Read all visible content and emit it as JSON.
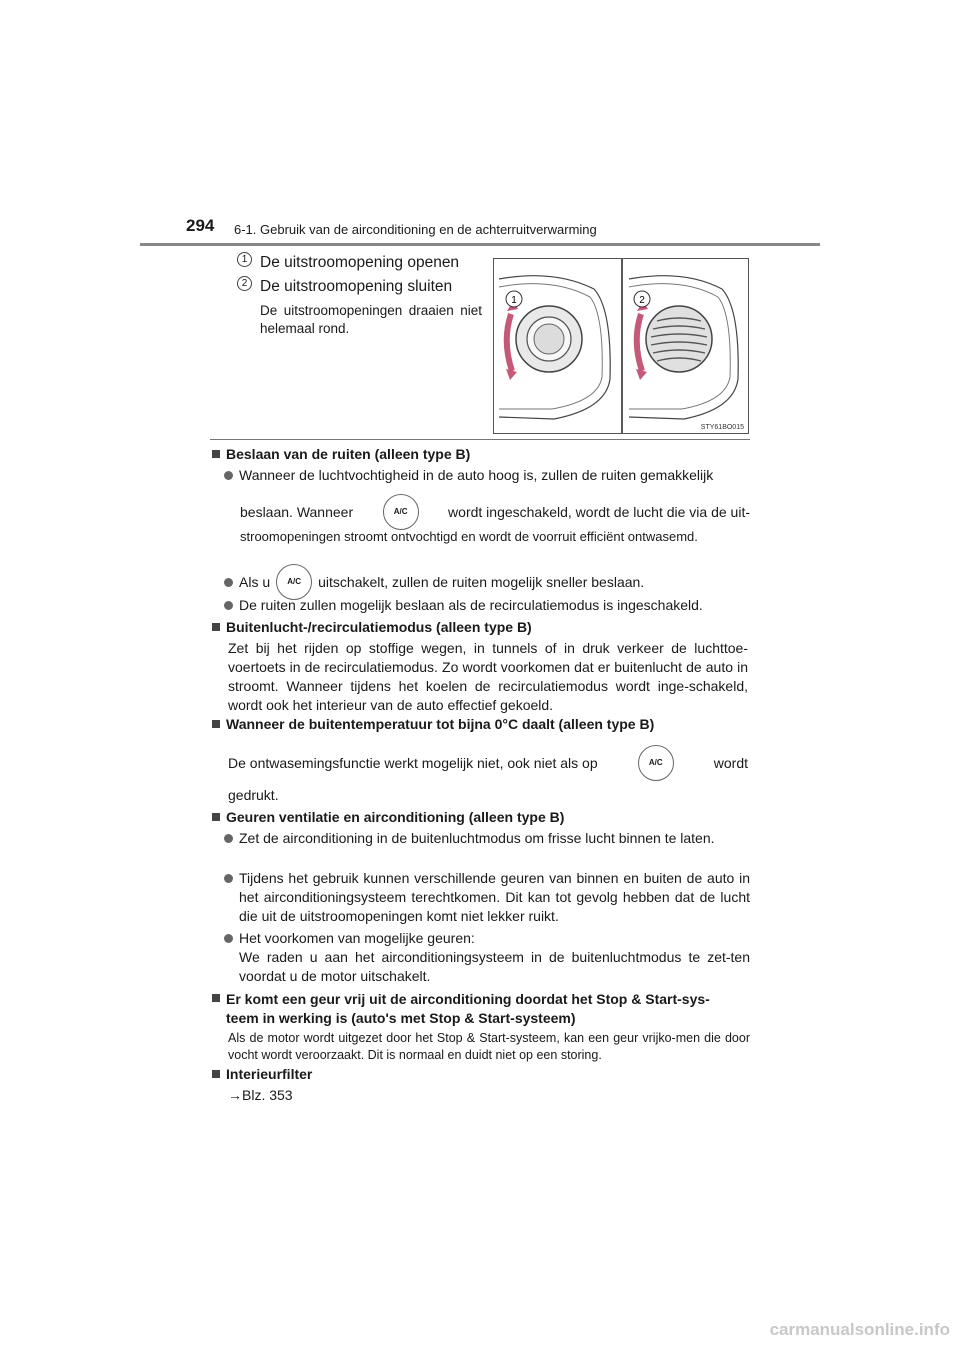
{
  "header": {
    "page_number": "294",
    "chapter": "6-1. Gebruik van de airconditioning en de achterruitverwarming"
  },
  "steps": [
    {
      "num": "1",
      "text": "De uitstroomopening openen"
    },
    {
      "num": "2",
      "text": "De uitstroomopening sluiten"
    }
  ],
  "steps_note": "De uitstroomopeningen draaien niet helemaal rond.",
  "figure": {
    "code": "STY61BO015",
    "label1": "1",
    "label2": "2"
  },
  "ac_button_label": "A/C",
  "sections": {
    "s1": {
      "title": "Beslaan van de ruiten (alleen type B)",
      "b1_a": "Wanneer de luchtvochtigheid in de auto hoog is, zullen de ruiten gemakkelijk",
      "b1_b": "beslaan. Wanneer",
      "b1_c": "wordt ingeschakeld, wordt de lucht die via de uit-",
      "b1_d": "stroomopeningen stroomt ontvochtigd en wordt de voorruit efficiënt ontwasemd.",
      "b2_a": "Als u",
      "b2_b": "uitschakelt, zullen de ruiten mogelijk sneller beslaan.",
      "b3": "De ruiten zullen mogelijk beslaan als de recirculatiemodus is ingeschakeld."
    },
    "s2": {
      "title": "Buitenlucht-/recirculatiemodus (alleen type B)",
      "body": "Zet bij het rijden op stoffige wegen, in tunnels of in druk verkeer de luchttoe-voertoets in de recirculatiemodus. Zo wordt voorkomen dat er buitenlucht de auto in stroomt. Wanneer tijdens het koelen de recirculatiemodus wordt inge-schakeld, wordt ook het interieur van de auto effectief gekoeld."
    },
    "s3": {
      "title": "Wanneer de buitentemperatuur tot bijna 0°C daalt (alleen type B)",
      "line_a": "De ontwasemingsfunctie werkt mogelijk niet, ook niet als op",
      "line_b": "wordt",
      "line_c": "gedrukt."
    },
    "s4": {
      "title": "Geuren ventilatie en airconditioning (alleen type B)",
      "b1": "Zet de airconditioning in de buitenluchtmodus om frisse lucht binnen te laten.",
      "b2": "Tijdens het gebruik kunnen verschillende geuren van binnen en buiten de auto in het airconditioningsysteem terechtkomen. Dit kan tot gevolg hebben dat de lucht die uit de uitstroomopeningen komt niet lekker ruikt.",
      "b3_a": "Het voorkomen van mogelijke geuren:",
      "b3_b": "We raden u aan het airconditioningsysteem in de buitenluchtmodus te zet-ten voordat u de motor uitschakelt."
    },
    "s5": {
      "title_a": "Er komt een geur vrij uit de airconditioning doordat het Stop & Start-sys-",
      "title_b": "teem in werking is (auto's met Stop & Start-systeem)",
      "body": "Als de motor wordt uitgezet door het Stop & Start-systeem, kan een geur vrijko-men die door vocht wordt veroorzaakt. Dit is normaal en duidt niet op een storing."
    },
    "s6": {
      "title": "Interieurfilter",
      "ref": "→Blz. 353"
    }
  },
  "footer": "carmanualsonline.info"
}
